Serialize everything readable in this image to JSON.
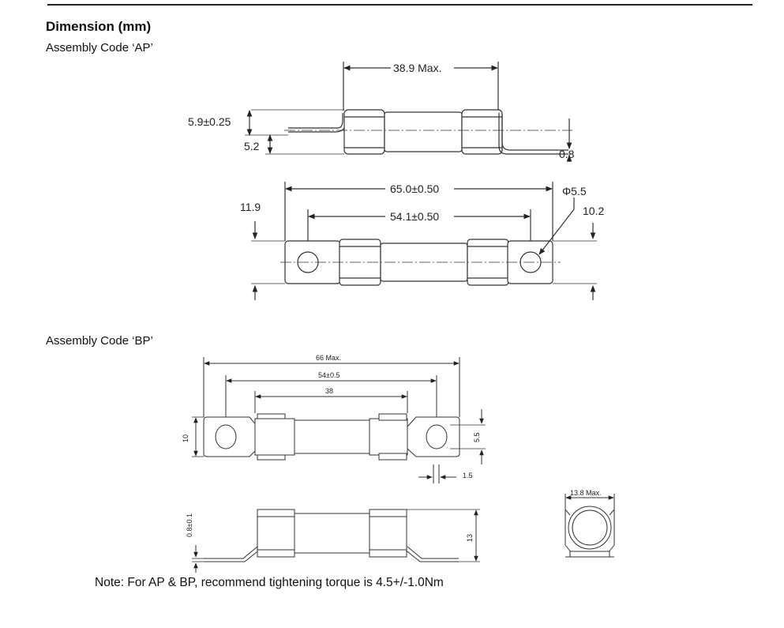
{
  "title": "Dimension (mm)",
  "ap": {
    "label": "Assembly Code ‘AP’",
    "dims": {
      "max_length": "38.9 Max.",
      "height": "5.9±0.25",
      "body_offset": "5.2",
      "thickness": "0.8",
      "overall": "65.0±0.50",
      "hole_pitch": "54.1±0.50",
      "hole_dia": "Φ5.5",
      "terminal_width_left": "11.9",
      "terminal_width_right": "10.2"
    }
  },
  "bp": {
    "label": "Assembly Code ‘BP’",
    "dims": {
      "max_length": "66 Max.",
      "hole_pitch": "54±0.5",
      "body_length": "38",
      "terminal_width": "10",
      "slot_height": "5.5",
      "thickness_gap": "1.5",
      "thickness": "0.8±0.1",
      "height": "13",
      "diameter_max": "13.8 Max."
    }
  },
  "note": "Note: For AP & BP, recommend tightening torque is 4.5+/-1.0Nm"
}
